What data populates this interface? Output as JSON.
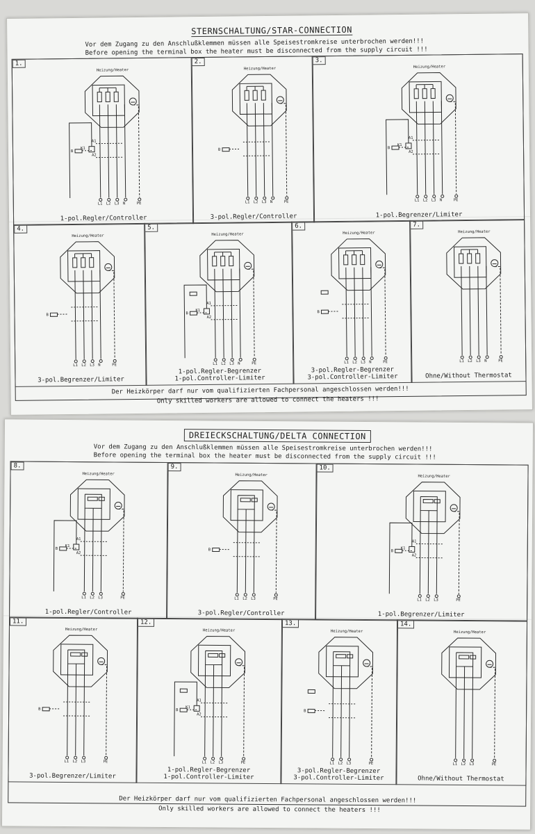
{
  "star": {
    "title": "STERNSCHALTUNG/STAR-CONNECTION",
    "warning_de": "Vor dem Zugang zu den Anschlußklemmen müssen alle Speisestromkreise unterbrochen werden!!!",
    "warning_en": "Before opening the terminal box the heater must be disconnected from the supply circuit !!!",
    "footer_de": "Der Heizkörper darf nur vom qualifizierten Fachpersonal angeschlossen werden!!!",
    "footer_en": "Only skilled workers are allowed to connect the heaters !!!",
    "panels": [
      {
        "num": "1.",
        "label": "Heizung/Heater",
        "caption": [
          "1-pol.Regler/Controller"
        ]
      },
      {
        "num": "2.",
        "label": "Heizung/Heater",
        "caption": [
          "3-pol.Regler/Controller"
        ]
      },
      {
        "num": "3.",
        "label": "Heizung/Heater",
        "caption": [
          "1-pol.Begrenzer/Limiter"
        ]
      },
      {
        "num": "4.",
        "label": "Heizung/Heater",
        "caption": [
          "3-pol.Begrenzer/Limiter"
        ]
      },
      {
        "num": "5.",
        "label": "Heizung/Heater",
        "caption": [
          "1-pol.Regler-Begrenzer",
          "1-pol.Controller-Limiter"
        ]
      },
      {
        "num": "6.",
        "label": "Heizung/Heater",
        "caption": [
          "3-pol.Regler-Begrenzer",
          "3-pol.Controller-Limiter"
        ]
      },
      {
        "num": "7.",
        "label": "Heizung/Heater",
        "caption": [
          "Ohne/Without Thermostat"
        ]
      }
    ]
  },
  "delta": {
    "title": "DREIECKSCHALTUNG/DELTA CONNECTION",
    "warning_de": "Vor dem Zugang zu den Anschlußklemmen müssen alle Speisestromkreise unterbrochen werden!!!",
    "warning_en": "Before opening the terminal box the heater must be disconnected from the supply circuit !!!",
    "footer_de": "Der Heizkörper darf nur vom qualifizierten Fachpersonal angeschlossen werden!!!",
    "footer_en": "Only skilled workers are allowed to connect the heaters !!!",
    "panels": [
      {
        "num": "8.",
        "label": "Heizung/Heater",
        "caption": [
          "1-pol.Regler/Controller"
        ]
      },
      {
        "num": "9.",
        "label": "Heizung/Heater",
        "caption": [
          "3-pol.Regler/Controller"
        ]
      },
      {
        "num": "10.",
        "label": "Heizung/Heater",
        "caption": [
          "1-pol.Begrenzer/Limiter"
        ]
      },
      {
        "num": "11.",
        "label": "Heizung/Heater",
        "caption": [
          "3-pol.Begrenzer/Limiter"
        ]
      },
      {
        "num": "12.",
        "label": "Heizung/Heater",
        "caption": [
          "1-pol.Regler-Begrenzer",
          "1-pol.Controller-Limiter"
        ]
      },
      {
        "num": "13.",
        "label": "Heizung/Heater",
        "caption": [
          "3-pol.Regler-Begrenzer",
          "3-pol.Controller-Limiter"
        ]
      },
      {
        "num": "14.",
        "label": "Heizung/Heater",
        "caption": [
          "Ohne/Without Thermostat"
        ]
      }
    ]
  },
  "terminals": {
    "l1": "L1",
    "l2": "L2",
    "l3": "L3",
    "n": "N",
    "pe": "PE",
    "k1": "K1",
    "a1": "A1",
    "a2": "A2",
    "b": "B"
  }
}
